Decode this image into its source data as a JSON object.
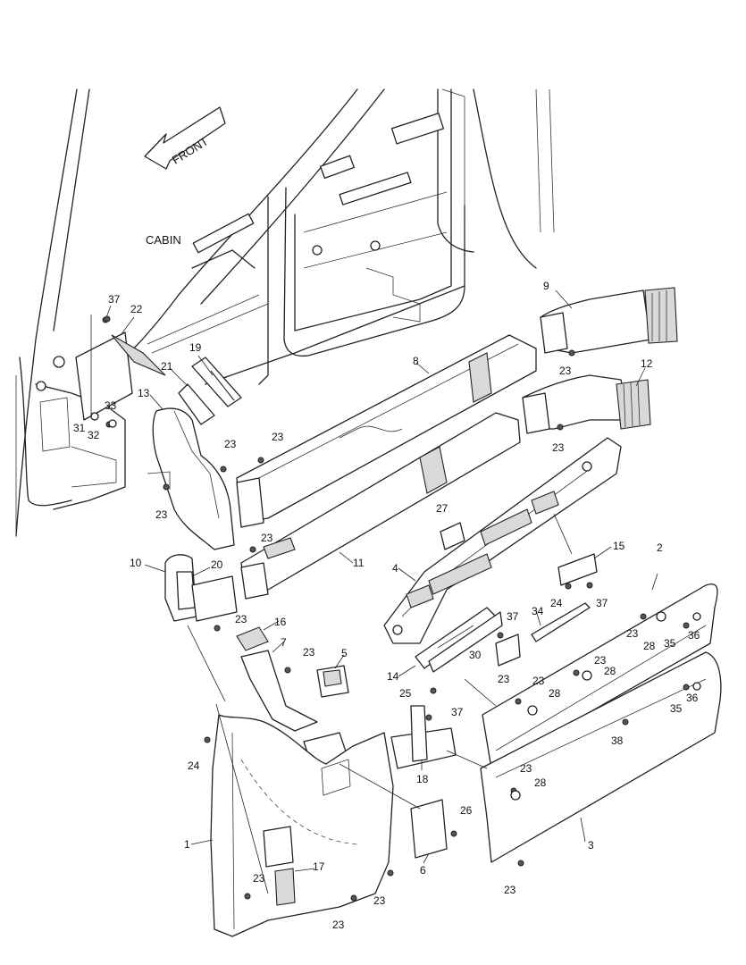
{
  "labels": {
    "front": "FRONT",
    "cabin": "CABIN"
  },
  "callouts": [
    "37",
    "22",
    "19",
    "21",
    "13",
    "33",
    "31",
    "32",
    "23",
    "23",
    "9",
    "23",
    "8",
    "12",
    "23",
    "23",
    "23",
    "11",
    "27",
    "10",
    "20",
    "4",
    "15",
    "2",
    "23",
    "16",
    "7",
    "23",
    "5",
    "24",
    "37",
    "34",
    "37",
    "30",
    "23",
    "28",
    "35",
    "36",
    "14",
    "23",
    "28",
    "23",
    "25",
    "23",
    "28",
    "35",
    "36",
    "37",
    "38",
    "24",
    "18",
    "23",
    "28",
    "26",
    "1",
    "17",
    "6",
    "3",
    "23",
    "23",
    "23",
    "23"
  ],
  "colors": {
    "line": "#222222",
    "background": "#ffffff",
    "shade": "#d9d9d9"
  }
}
